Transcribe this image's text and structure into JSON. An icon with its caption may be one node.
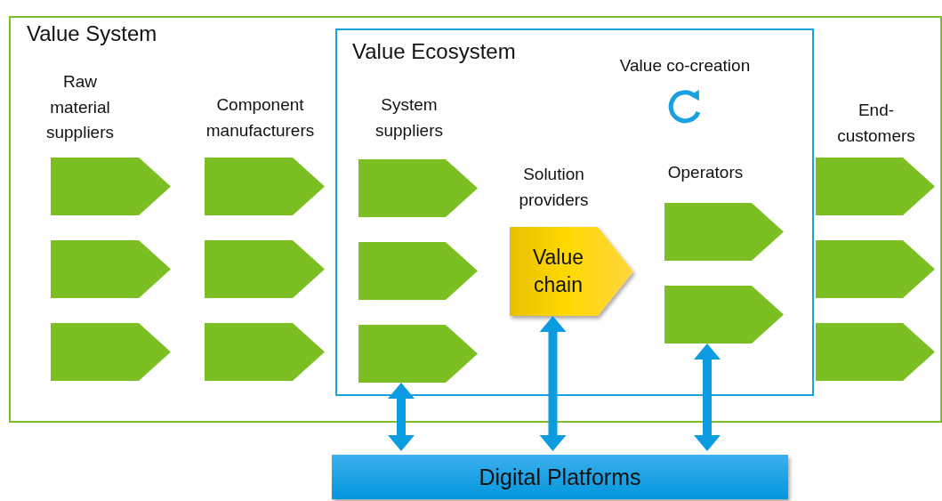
{
  "diagram": {
    "nodes": [
      {
        "text": [
          "Value System"
        ]
      },
      {
        "text": [
          "Value Ecosystem"
        ],
        "in": 0
      },
      {
        "text": [],
        "shape": "pentagon",
        "in": 0
      },
      {
        "text": [],
        "shape": "pentagon",
        "in": 0
      },
      {
        "text": [],
        "shape": "pentagon",
        "in": 0
      },
      {
        "text": [],
        "shape": "pentagon",
        "in": 0
      },
      {
        "text": [],
        "shape": "pentagon",
        "in": 0
      },
      {
        "text": [],
        "shape": "pentagon",
        "in": 0
      },
      {
        "text": [],
        "shape": "pentagon",
        "in": 1
      },
      {
        "text": [],
        "shape": "pentagon",
        "in": 1
      },
      {
        "text": [],
        "shape": "pentagon",
        "in": 1
      },
      {
        "text": [
          "Value chain"
        ],
        "in": 1
      },
      {
        "text": [],
        "shape": "pentagon",
        "in": 1
      },
      {
        "text": [],
        "shape": "pentagon",
        "in": 1
      },
      {
        "text": [],
        "shape": "pentagon",
        "in": 0
      },
      {
        "text": [],
        "shape": "pentagon",
        "in": 0
      },
      {
        "text": [],
        "shape": "pentagon",
        "in": 0
      },
      {
        "text": [
          "Digital Platforms"
        ]
      }
    ],
    "edges": [
      {
        "from": 10,
        "to": 17,
        "arrow": "both"
      },
      {
        "from": 11,
        "to": 17,
        "arrow": "both"
      },
      {
        "from": 13,
        "to": 17,
        "arrow": "both"
      }
    ],
    "labels": [
      "Value co-creation",
      "Raw material suppliers",
      "Component manufacturers",
      "System suppliers",
      "End-customers",
      "Solution providers",
      "Operators"
    ]
  }
}
